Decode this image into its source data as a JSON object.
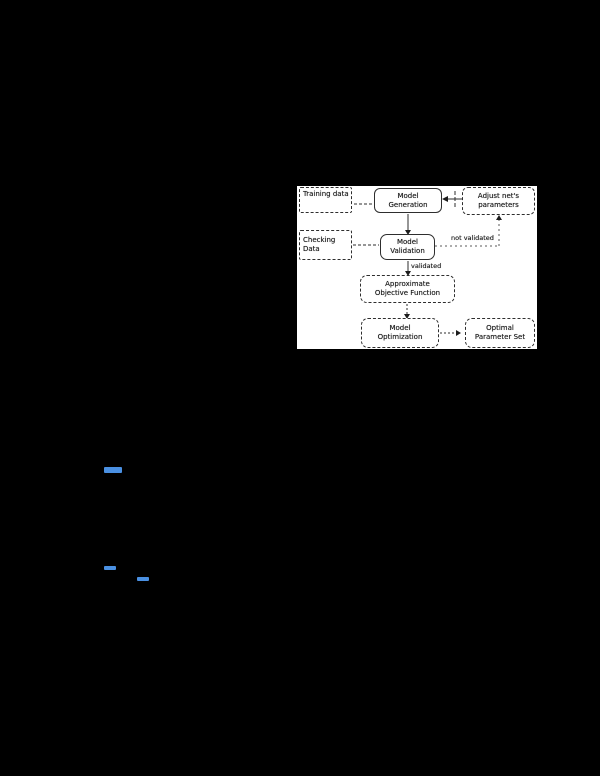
{
  "page": {
    "background": "#000000"
  },
  "figure": {
    "background": "#ffffff",
    "ink_color": "#1c1c1c",
    "nodes": {
      "training_data": {
        "lines": [
          "Training data"
        ]
      },
      "model_generation": {
        "lines": [
          "Model",
          "Generation"
        ]
      },
      "adjust_parameters": {
        "lines": [
          "Adjust net's",
          "parameters"
        ]
      },
      "checking_data": {
        "lines": [
          "Checking",
          "Data"
        ]
      },
      "model_validation": {
        "lines": [
          "Model",
          "Validation"
        ]
      },
      "approximate_objective_function": {
        "lines": [
          "Approximate",
          "Objective Function"
        ]
      },
      "model_optimization": {
        "lines": [
          "Model",
          "Optimization"
        ]
      },
      "optimal_parameter_set": {
        "lines": [
          "Optimal",
          "Parameter Set"
        ]
      }
    },
    "edge_labels": {
      "validated": "validated",
      "not_validated": "not validated"
    },
    "edges": [
      {
        "from": "training_data",
        "to": "model_generation",
        "style": "dashed"
      },
      {
        "from": "adjust_parameters",
        "to": "model_generation",
        "style": "solid"
      },
      {
        "from": "model_generation",
        "to": "model_validation",
        "style": "solid"
      },
      {
        "from": "checking_data",
        "to": "model_validation",
        "style": "dashed"
      },
      {
        "from": "model_validation",
        "to": "approximate_objective_function",
        "style": "solid",
        "label": "validated"
      },
      {
        "from": "model_validation",
        "to": "adjust_parameters",
        "style": "dashed",
        "label": "not validated"
      },
      {
        "from": "approximate_objective_function",
        "to": "model_optimization",
        "style": "dashed"
      },
      {
        "from": "model_optimization",
        "to": "optimal_parameter_set",
        "style": "dashed"
      }
    ]
  },
  "links": {
    "color": "#4a90e2",
    "items": [
      {
        "id": "link-1",
        "text": ""
      },
      {
        "id": "link-2",
        "text": ""
      },
      {
        "id": "link-3",
        "text": ""
      }
    ]
  }
}
